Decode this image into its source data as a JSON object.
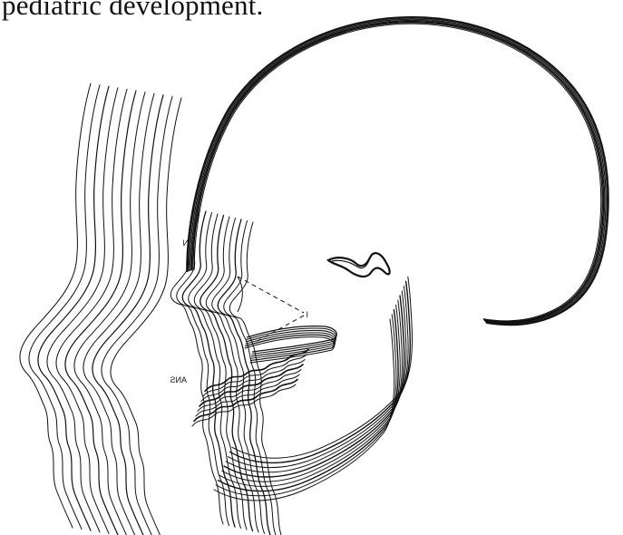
{
  "caption": "pediatric development.",
  "labels": {
    "n": "N",
    "i": "I",
    "ans": "ANS"
  },
  "colors": {
    "ink": "#111111",
    "background": "#ffffff"
  }
}
